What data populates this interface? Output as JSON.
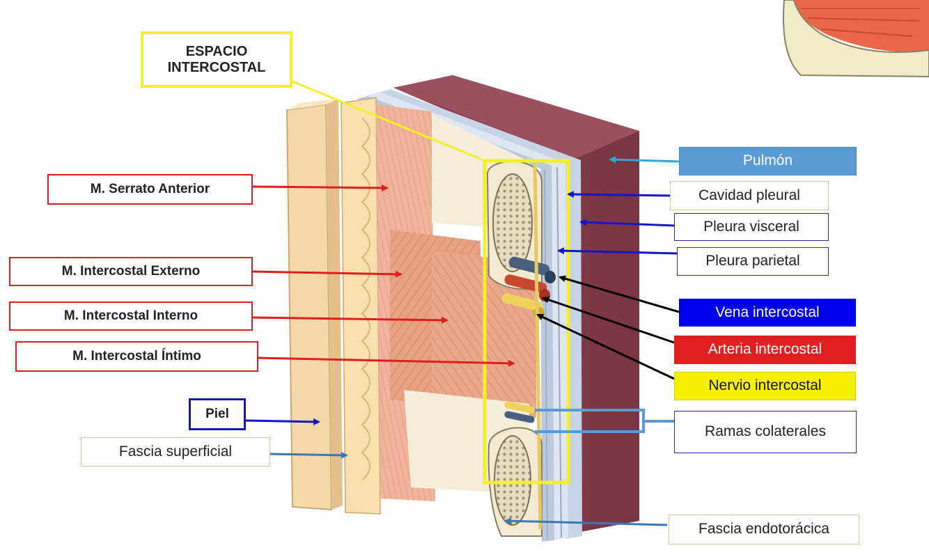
{
  "labels": {
    "title": "ESPACIO\nINTERCOSTAL",
    "serrato": "M. Serrato Anterior",
    "ic_externo": "M. Intercostal Externo",
    "ic_interno": "M. Intercostal Interno",
    "ic_intimo": "M. Intercostal Íntimo",
    "piel": "Piel",
    "fascia_superficial": "Fascia superficial",
    "pulmon": "Pulmón",
    "cavidad_pleural": "Cavidad pleural",
    "pleura_visceral": "Pleura visceral",
    "pleura_parietal": "Pleura parietal",
    "vena": "Vena intercostal",
    "arteria": "Arteria  intercostal",
    "nervio": "Nervio intercostal",
    "ramas": "Ramas colaterales",
    "fascia_endo": "Fascia  endotorácica"
  },
  "colors": {
    "label_red_border": "#d82020",
    "label_navy_border": "#2e2a88",
    "highlight_yellow": "#f2ef2c",
    "pulmon_fill": "#5b9bd5",
    "vena_fill": "#0000ee",
    "arteria_fill": "#e02020",
    "nervio_fill": "#f5f000",
    "lung_tissue": "#8a3d4b",
    "muscle": "#e9a07e",
    "skin": "#f4d8a8"
  }
}
